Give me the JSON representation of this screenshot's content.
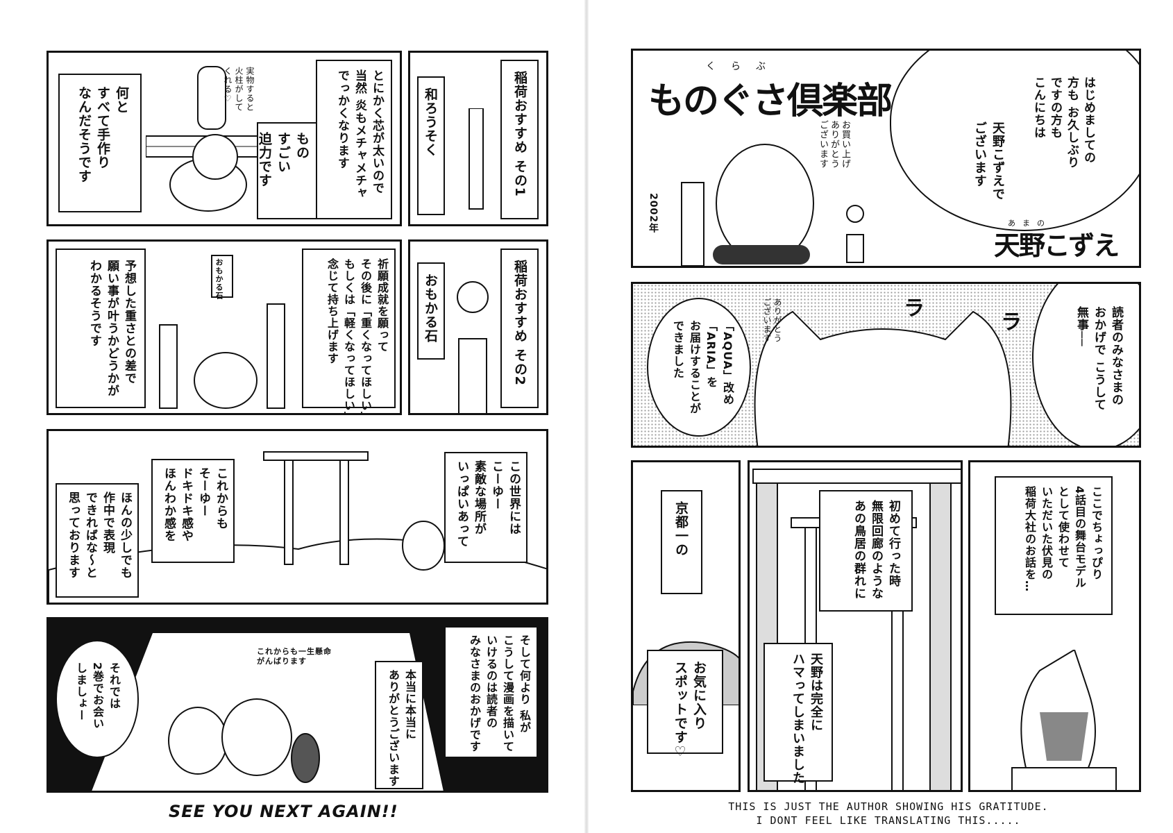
{
  "left_page": {
    "panel1": {
      "text_a": "何と\nすべて手作り\nなんだそうです",
      "text_b": "もの\nすごい\n迫力です",
      "text_c": "とにかく芯が太いので\n当然 炎もメチャメチャ\nでっかくなります",
      "sfx": "実物すると\n火柱がして\nくれる♡"
    },
    "panel2": {
      "text_a": "稲荷おすすめ その1",
      "text_b": "和ろうそく"
    },
    "panel3": {
      "text_a": "予想した重さとの差で\n願い事が叶うかどうかが\nわかるそうです",
      "text_b": "祈願成就を願って\nその後に「重くなってほしい」\nもしくは「軽くなってほしい」と\n念じて持ち上げます",
      "sign": "おもかる石"
    },
    "panel4": {
      "text_a": "稲荷おすすめ その2",
      "text_b": "おもかる石"
    },
    "panel5": {
      "text_a": "ほんの少しでも\n作中で表現\nできればな〜と\n思っております",
      "text_b": "これからも\nそーゆー\nドキドキ感や\nほんわか感を",
      "text_c": "この世界には\nこーゆー\n素敵な場所が\nいっぱいあって"
    },
    "panel6": {
      "text_a": "それでは\n2巻でお会い\nしましょー",
      "text_b": "そして何より 私が\nこうして漫画を描いて\nいけるのは読者の\nみなさまのおかげです",
      "text_c": "本当に本当に\nありがとうございます",
      "sfx": "これからも一生懸命\nがんばります"
    },
    "footer": "SEE YOU NEXT AGAIN!!"
  },
  "right_page": {
    "panel1": {
      "title": "ものぐさ倶楽部",
      "title_ruby": "くらぶ",
      "bubble": "はじめましての\n方も お久しぶり\nですの方も\nこんにちは",
      "bubble2": "天野こずえで\nございます",
      "thanks": "お買い上げ\nありがとう\nございます",
      "author": "天野こずえ",
      "author_ruby": "あまの",
      "scroll": "2002年"
    },
    "panel2": {
      "bubble": "「AQUA」改め\n「ARIA」を\nお届けすることが\nできました",
      "text": "読者のみなさまの\nおかげで こうして\n無事──",
      "sfx1": "ありがとう\nございます",
      "sfx2": "ラ"
    },
    "panel3": {
      "text_a": "京都一の",
      "text_b": "お気に入り\nスポットです♡"
    },
    "panel4": {
      "text_a": "初めて行った時\n無限回廊のような\nあの鳥居の群れに",
      "text_b": "天野は完全に\nハマってしまいました"
    },
    "panel5": {
      "text": "ここでちょっぴり\n4話目の舞台モデル\nとして使わせて\nいただいた伏見の\n稲荷大社のお話を…"
    },
    "footer_line1": "THIS IS JUST THE AUTHOR SHOWING HIS GRATITUDE.",
    "footer_line2": "I DONT FEEL LIKE TRANSLATING THIS....."
  }
}
